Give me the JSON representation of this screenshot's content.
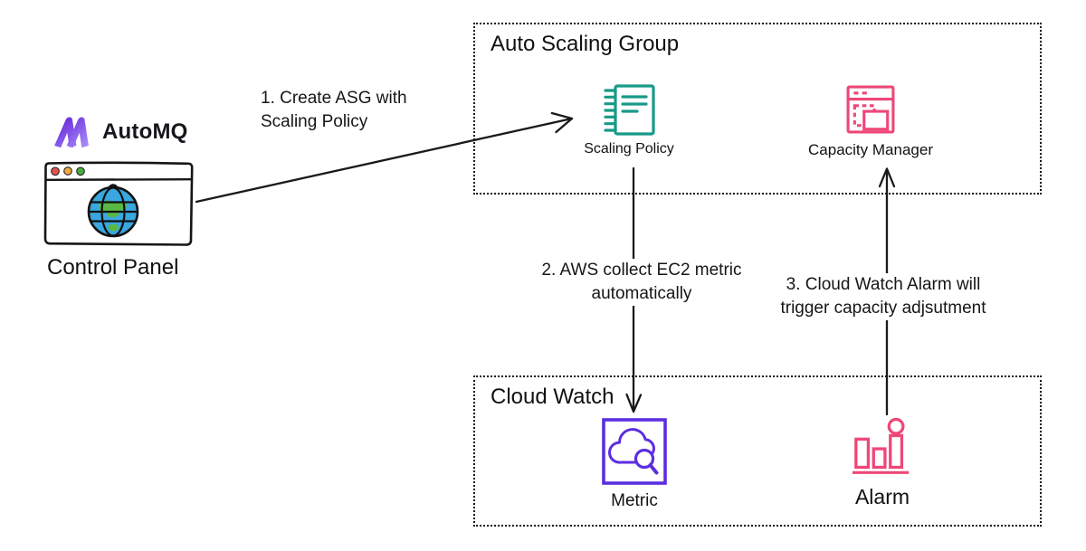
{
  "brand": {
    "wordmark": "AutoMQ"
  },
  "groups": {
    "auto_scaling_group": {
      "title": "Auto Scaling Group"
    },
    "cloud_watch": {
      "title": "Cloud Watch"
    }
  },
  "nodes": {
    "control_panel": {
      "label": "Control Panel"
    },
    "scaling_policy": {
      "label": "Scaling Policy"
    },
    "capacity_manager": {
      "label": "Capacity Manager"
    },
    "metric": {
      "label": "Metric"
    },
    "alarm": {
      "label": "Alarm"
    }
  },
  "steps": {
    "step1": {
      "label": "1. Create ASG with Scaling Policy"
    },
    "step2": {
      "label": "2. AWS collect EC2 metric automatically"
    },
    "step3": {
      "label": "3. Cloud Watch Alarm will trigger capacity adjsutment"
    }
  },
  "colors": {
    "scaling_policy_teal": "#189a88",
    "capacity_and_alarm_pink": "#ee4878",
    "metric_purple": "#5c2ee0",
    "logo_purple_dark": "#6b2bd9",
    "logo_purple_light": "#a78bfa",
    "ink": "#1a1a1a"
  }
}
